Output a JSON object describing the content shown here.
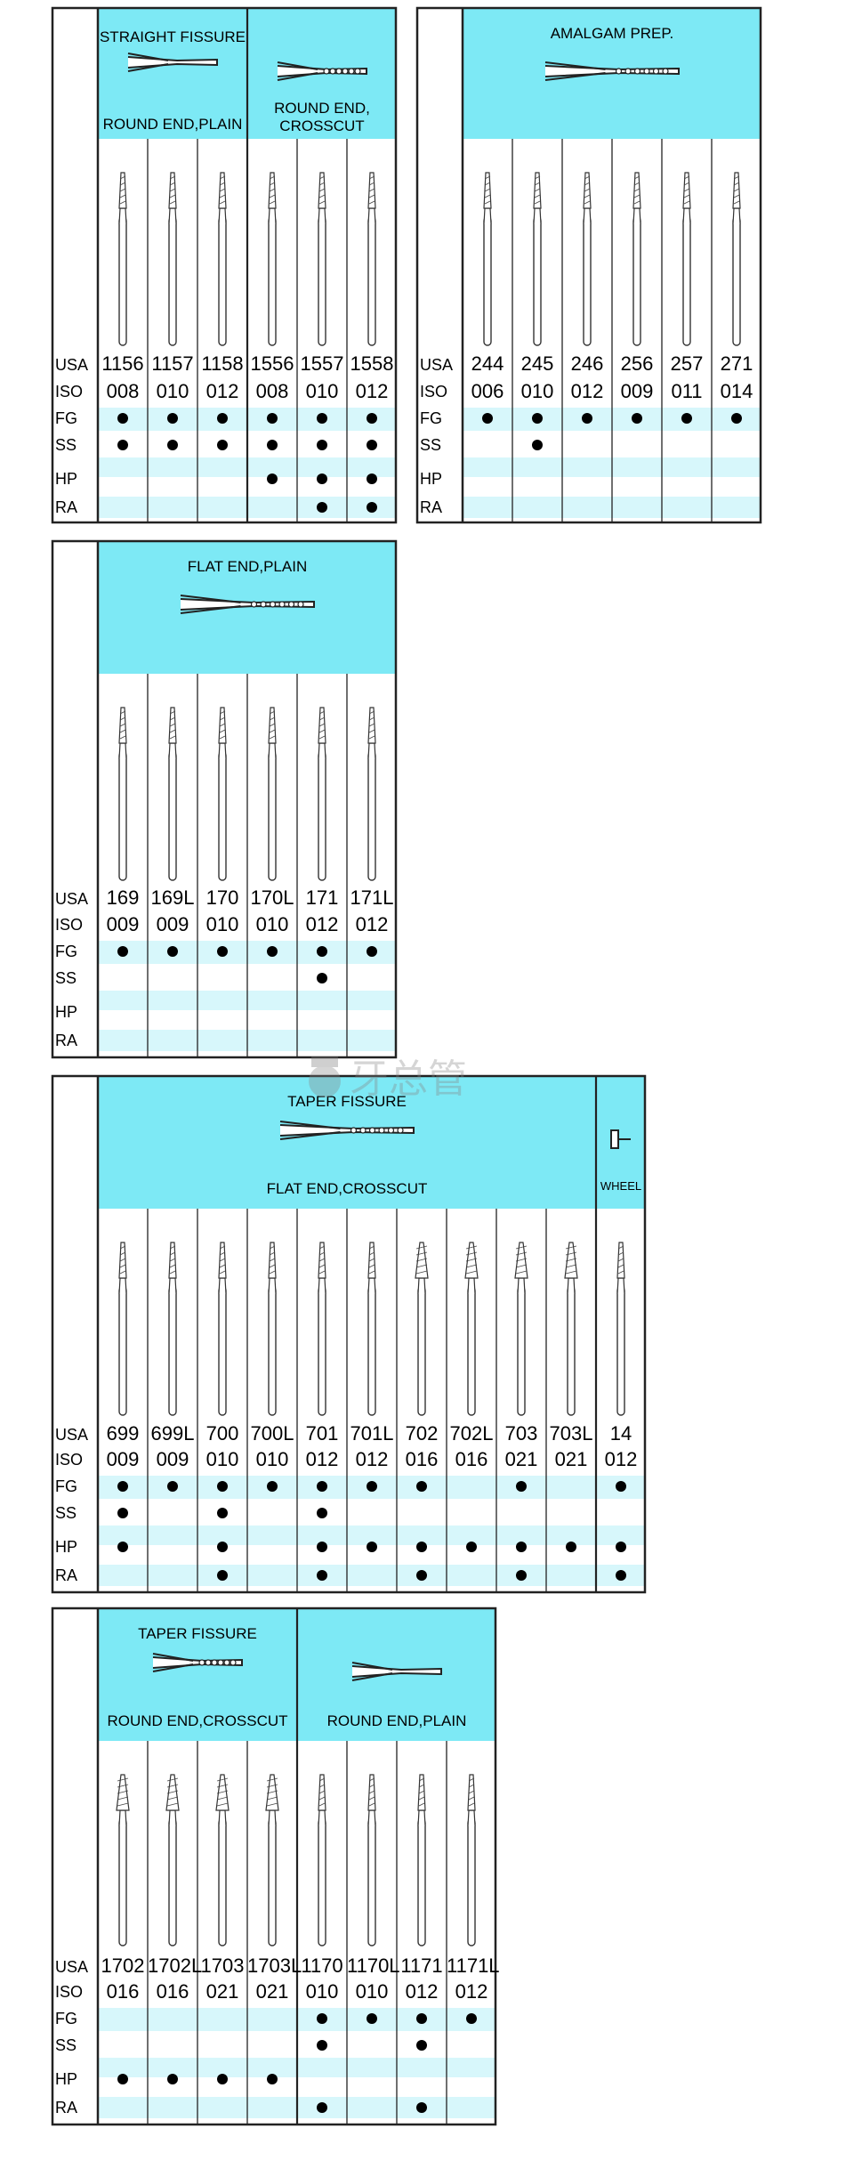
{
  "colors": {
    "cyan": "#7de9f5",
    "band": "#d7f7fb",
    "line": "#222222"
  },
  "row_labels": [
    "USA",
    "ISO",
    "FG",
    "SS",
    "HP",
    "RA"
  ],
  "watermark": "牙总管",
  "panels": [
    {
      "id": "p1",
      "groups": [
        {
          "title": "STRAIGHT FISSURE",
          "subtitle": "ROUND END,PLAIN",
          "cols": 3
        },
        {
          "title": "",
          "subtitle": "ROUND END,\nCROSSCUT",
          "cols": 3
        }
      ],
      "columns": [
        {
          "usa": "1156",
          "iso": "008",
          "fg": 1,
          "ss": 1,
          "hp": 0,
          "ra": 0
        },
        {
          "usa": "1157",
          "iso": "010",
          "fg": 1,
          "ss": 1,
          "hp": 0,
          "ra": 0
        },
        {
          "usa": "1158",
          "iso": "012",
          "fg": 1,
          "ss": 1,
          "hp": 0,
          "ra": 0
        },
        {
          "usa": "1556",
          "iso": "008",
          "fg": 1,
          "ss": 1,
          "hp": 1,
          "ra": 0
        },
        {
          "usa": "1557",
          "iso": "010",
          "fg": 1,
          "ss": 1,
          "hp": 1,
          "ra": 1
        },
        {
          "usa": "1558",
          "iso": "012",
          "fg": 1,
          "ss": 1,
          "hp": 1,
          "ra": 1
        }
      ]
    },
    {
      "id": "p2",
      "groups": [
        {
          "title": "AMALGAM PREP.",
          "subtitle": "",
          "cols": 6
        }
      ],
      "columns": [
        {
          "usa": "244",
          "iso": "006",
          "fg": 1,
          "ss": 0,
          "hp": 0,
          "ra": 0
        },
        {
          "usa": "245",
          "iso": "010",
          "fg": 1,
          "ss": 1,
          "hp": 0,
          "ra": 0
        },
        {
          "usa": "246",
          "iso": "012",
          "fg": 1,
          "ss": 0,
          "hp": 0,
          "ra": 0
        },
        {
          "usa": "256",
          "iso": "009",
          "fg": 1,
          "ss": 0,
          "hp": 0,
          "ra": 0
        },
        {
          "usa": "257",
          "iso": "011",
          "fg": 1,
          "ss": 0,
          "hp": 0,
          "ra": 0
        },
        {
          "usa": "271",
          "iso": "014",
          "fg": 1,
          "ss": 0,
          "hp": 0,
          "ra": 0
        }
      ]
    },
    {
      "id": "p3",
      "groups": [
        {
          "title": "FLAT END,PLAIN",
          "subtitle": "",
          "cols": 6
        }
      ],
      "columns": [
        {
          "usa": "169",
          "iso": "009",
          "fg": 1,
          "ss": 0,
          "hp": 0,
          "ra": 0
        },
        {
          "usa": "169L",
          "iso": "009",
          "fg": 1,
          "ss": 0,
          "hp": 0,
          "ra": 0
        },
        {
          "usa": "170",
          "iso": "010",
          "fg": 1,
          "ss": 0,
          "hp": 0,
          "ra": 0
        },
        {
          "usa": "170L",
          "iso": "010",
          "fg": 1,
          "ss": 0,
          "hp": 0,
          "ra": 0
        },
        {
          "usa": "171",
          "iso": "012",
          "fg": 1,
          "ss": 1,
          "hp": 0,
          "ra": 0
        },
        {
          "usa": "171L",
          "iso": "012",
          "fg": 1,
          "ss": 0,
          "hp": 0,
          "ra": 0
        }
      ]
    },
    {
      "id": "p4",
      "groups": [
        {
          "title": "TAPER FISSURE",
          "subtitle": "FLAT END,CROSSCUT",
          "cols": 10
        },
        {
          "title": "",
          "subtitle": "WHEEL",
          "cols": 1
        }
      ],
      "columns": [
        {
          "usa": "699",
          "iso": "009",
          "fg": 1,
          "ss": 1,
          "hp": 1,
          "ra": 0
        },
        {
          "usa": "699L",
          "iso": "009",
          "fg": 1,
          "ss": 0,
          "hp": 0,
          "ra": 0
        },
        {
          "usa": "700",
          "iso": "010",
          "fg": 1,
          "ss": 1,
          "hp": 1,
          "ra": 1
        },
        {
          "usa": "700L",
          "iso": "010",
          "fg": 1,
          "ss": 0,
          "hp": 0,
          "ra": 0
        },
        {
          "usa": "701",
          "iso": "012",
          "fg": 1,
          "ss": 1,
          "hp": 1,
          "ra": 1
        },
        {
          "usa": "701L",
          "iso": "012",
          "fg": 1,
          "ss": 0,
          "hp": 1,
          "ra": 0
        },
        {
          "usa": "702",
          "iso": "016",
          "fg": 1,
          "ss": 0,
          "hp": 1,
          "ra": 1
        },
        {
          "usa": "702L",
          "iso": "016",
          "fg": 0,
          "ss": 0,
          "hp": 1,
          "ra": 0
        },
        {
          "usa": "703",
          "iso": "021",
          "fg": 1,
          "ss": 0,
          "hp": 1,
          "ra": 1
        },
        {
          "usa": "703L",
          "iso": "021",
          "fg": 0,
          "ss": 0,
          "hp": 1,
          "ra": 0
        },
        {
          "usa": "14",
          "iso": "012",
          "fg": 1,
          "ss": 0,
          "hp": 1,
          "ra": 1
        }
      ]
    },
    {
      "id": "p5",
      "groups": [
        {
          "title": "TAPER FISSURE",
          "subtitle": "ROUND END,CROSSCUT",
          "cols": 4
        },
        {
          "title": "",
          "subtitle": "ROUND END,PLAIN",
          "cols": 4
        }
      ],
      "columns": [
        {
          "usa": "1702",
          "iso": "016",
          "fg": 0,
          "ss": 0,
          "hp": 1,
          "ra": 0
        },
        {
          "usa": "1702L",
          "iso": "016",
          "fg": 0,
          "ss": 0,
          "hp": 1,
          "ra": 0
        },
        {
          "usa": "1703",
          "iso": "021",
          "fg": 0,
          "ss": 0,
          "hp": 1,
          "ra": 0
        },
        {
          "usa": "1703L",
          "iso": "021",
          "fg": 0,
          "ss": 0,
          "hp": 1,
          "ra": 0
        },
        {
          "usa": "1170",
          "iso": "010",
          "fg": 1,
          "ss": 1,
          "hp": 0,
          "ra": 1
        },
        {
          "usa": "1170L",
          "iso": "010",
          "fg": 1,
          "ss": 0,
          "hp": 0,
          "ra": 0
        },
        {
          "usa": "1171",
          "iso": "012",
          "fg": 1,
          "ss": 1,
          "hp": 0,
          "ra": 1
        },
        {
          "usa": "1171L",
          "iso": "012",
          "fg": 1,
          "ss": 0,
          "hp": 0,
          "ra": 0
        }
      ]
    }
  ]
}
